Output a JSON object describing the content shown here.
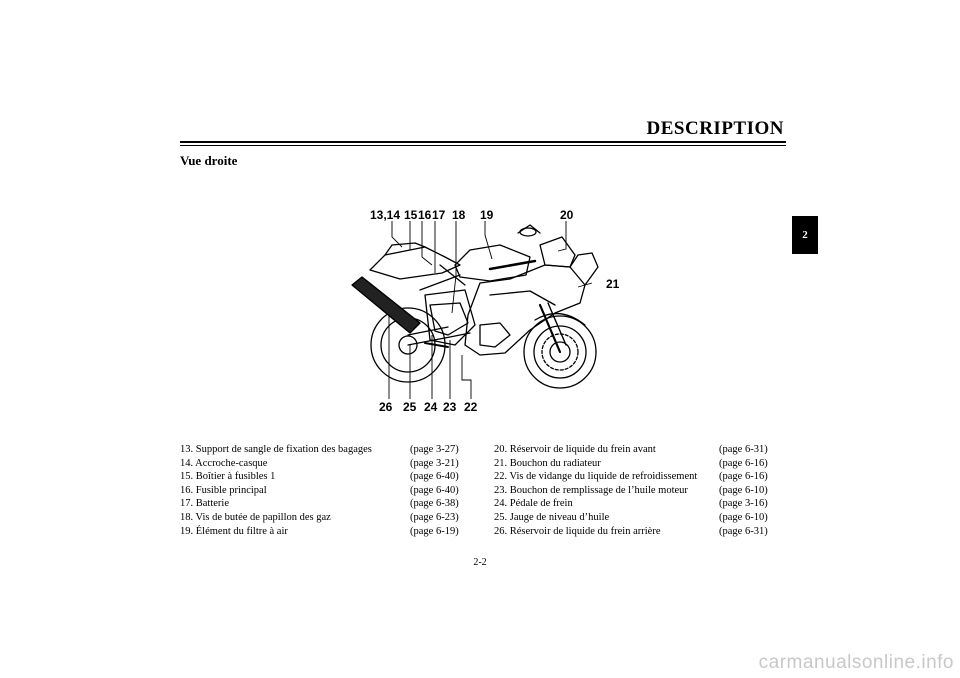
{
  "header": {
    "title": "DESCRIPTION"
  },
  "section": {
    "title": "Vue droite"
  },
  "chapter_tab": "2",
  "diagram": {
    "top_callouts": [
      "13,14",
      "15",
      "16",
      "17",
      "18",
      "19",
      "20"
    ],
    "side_callout": "21",
    "bottom_callouts": [
      "26",
      "25",
      "24",
      "23",
      "22"
    ]
  },
  "parts_left": [
    {
      "label": "13. Support de sangle de fixation des bagages",
      "page": "(page 3-27)"
    },
    {
      "label": "14. Accroche-casque",
      "page": "(page 3-21)"
    },
    {
      "label": "15. Boîtier à fusibles 1",
      "page": "(page 6-40)"
    },
    {
      "label": "16. Fusible principal",
      "page": "(page 6-40)"
    },
    {
      "label": "17. Batterie",
      "page": "(page 6-38)"
    },
    {
      "label": "18. Vis de butée de papillon des gaz",
      "page": "(page 6-23)"
    },
    {
      "label": "19. Élément du filtre à air",
      "page": "(page 6-19)"
    }
  ],
  "parts_right": [
    {
      "label": "20. Réservoir de liquide du frein avant",
      "page": "(page 6-31)"
    },
    {
      "label": "21. Bouchon du radiateur",
      "page": "(page 6-16)"
    },
    {
      "label": "22. Vis de vidange du liquide de refroidissement",
      "page": "(page 6-16)"
    },
    {
      "label": "23. Bouchon de remplissage de l’huile moteur",
      "page": "(page 6-10)"
    },
    {
      "label": "24. Pédale de frein",
      "page": "(page 3-16)"
    },
    {
      "label": "25. Jauge de niveau d’huile",
      "page": "(page 6-10)"
    },
    {
      "label": "26. Réservoir de liquide du frein arrière",
      "page": "(page 6-31)"
    }
  ],
  "page_number": "2-2",
  "watermark": "carmanualsonline.info"
}
